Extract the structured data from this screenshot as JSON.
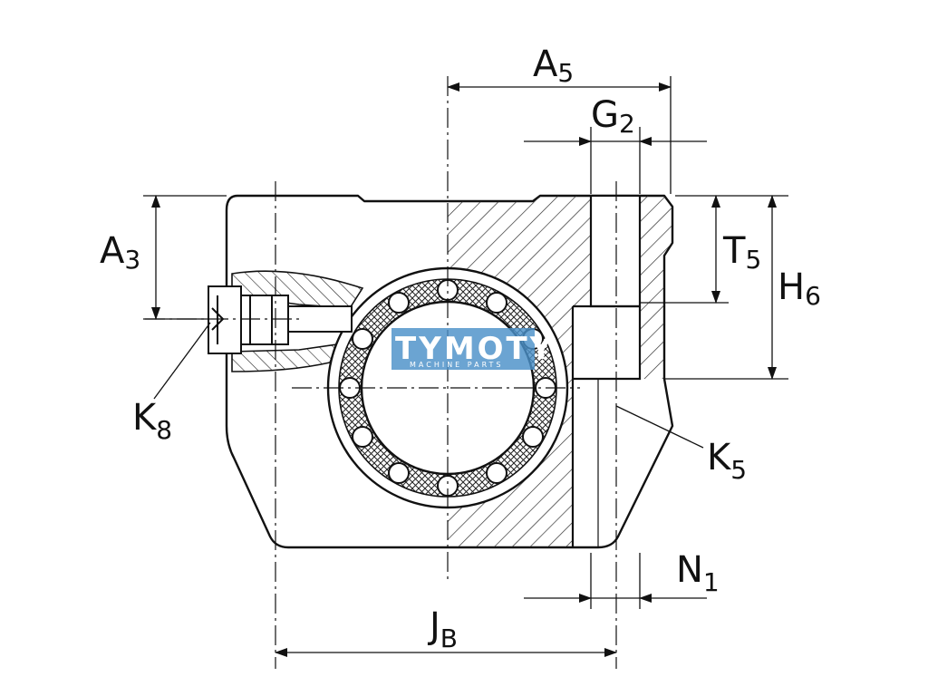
{
  "labels": {
    "A5": {
      "main": "A",
      "sub": "5"
    },
    "G2": {
      "main": "G",
      "sub": "2"
    },
    "A3": {
      "main": "A",
      "sub": "3"
    },
    "T5": {
      "main": "T",
      "sub": "5"
    },
    "H6": {
      "main": "H",
      "sub": "6"
    },
    "K8": {
      "main": "K",
      "sub": "8"
    },
    "K5": {
      "main": "K",
      "sub": "5"
    },
    "N1": {
      "main": "N",
      "sub": "1"
    },
    "JB": {
      "main": "J",
      "sub": "B"
    }
  },
  "watermark": {
    "title": "TYMOTY",
    "subtitle": "MACHINE PARTS",
    "color": "#4a90c8"
  }
}
